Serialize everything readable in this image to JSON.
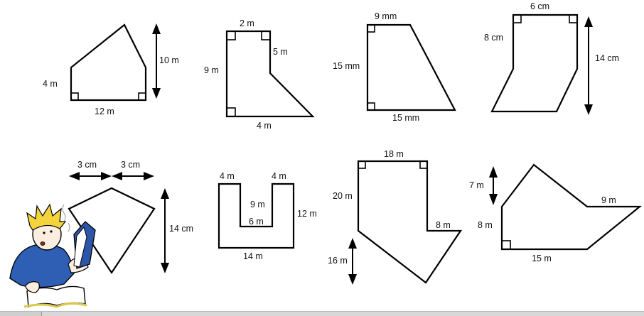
{
  "worksheet": {
    "shapes": [
      {
        "id": "pentagon-house",
        "labels": {
          "left": "4 m",
          "bottom": "12 m",
          "height_arrow": "10 m"
        }
      },
      {
        "id": "boot-shape",
        "labels": {
          "top": "2 m",
          "left": "9 m",
          "right_upper": "5 m",
          "bottom": "4 m"
        }
      },
      {
        "id": "right-trapezium",
        "labels": {
          "top": "9 mm",
          "left": "15 mm",
          "bottom": "15 mm"
        }
      },
      {
        "id": "sock-shape",
        "labels": {
          "top": "6 cm",
          "left": "8 cm",
          "height_arrow": "14 cm"
        }
      },
      {
        "id": "kite",
        "labels": {
          "half_width_left": "3 cm",
          "half_width_right": "3 cm",
          "height_arrow": "14 cm"
        }
      },
      {
        "id": "u-shape",
        "labels": {
          "top_left": "4 m",
          "top_right": "4 m",
          "inner_depth": "9 m",
          "inner_width": "6 m",
          "right": "12 m",
          "bottom": "14 m"
        }
      },
      {
        "id": "arrow-pentagon",
        "labels": {
          "top": "18 m",
          "left": "20 m",
          "notch": "8 m",
          "point_arrow": "16 m"
        }
      },
      {
        "id": "irregular-hexagon",
        "labels": {
          "peak_arrow": "7 m",
          "left": "8 m",
          "right_top": "9 m",
          "bottom": "15 m"
        }
      }
    ]
  },
  "illustration": {
    "description": "cartoon student reading a book"
  }
}
